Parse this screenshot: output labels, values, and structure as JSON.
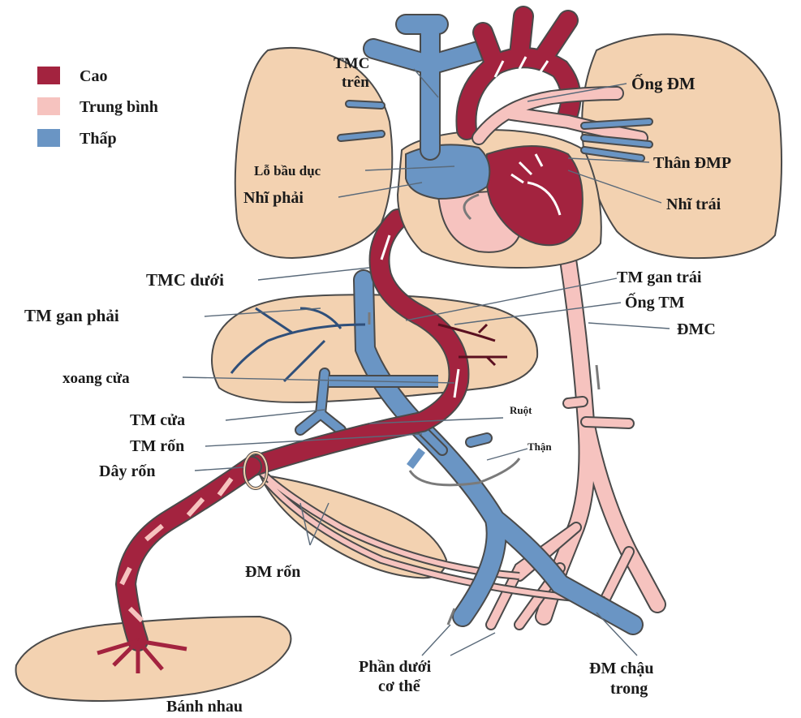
{
  "legend": {
    "items": [
      {
        "label": "Cao",
        "color": "#a3233f"
      },
      {
        "label": "Trung bình",
        "color": "#f6c3bf"
      },
      {
        "label": "Thấp",
        "color": "#6a95c4"
      }
    ]
  },
  "colors": {
    "high": "#a3233f",
    "medium": "#f6c3bf",
    "low": "#6a95c4",
    "organ": "#f3d2b1",
    "organ_stroke": "#4a4a4a"
  },
  "labels": {
    "tmc_tren_1": "TMC",
    "tmc_tren_2": "trên",
    "ong_dm": "Ống ĐM",
    "lo_bau_duc": "Lỗ bầu dục",
    "than_dmp": "Thân ĐMP",
    "nhi_phai": "Nhĩ phải",
    "nhi_trai": "Nhĩ trái",
    "tmc_duoi": "TMC dưới",
    "tm_gan_trai": "TM gan trái",
    "ong_tm": "Ống TM",
    "tm_gan_phai": "TM gan phải",
    "dmc": "ĐMC",
    "xoang_cua": "xoang cửa",
    "ruot": "Ruột",
    "tm_cua": "TM cửa",
    "than": "Thận",
    "tm_ron": "TM rốn",
    "day_ron": "Dây rốn",
    "dm_ron": "ĐM rốn",
    "phan_duoi_1": "Phần dưới",
    "phan_duoi_2": "cơ thể",
    "dm_chau_1": "ĐM chậu",
    "dm_chau_2": "trong",
    "banh_nhau": "Bánh nhau"
  }
}
